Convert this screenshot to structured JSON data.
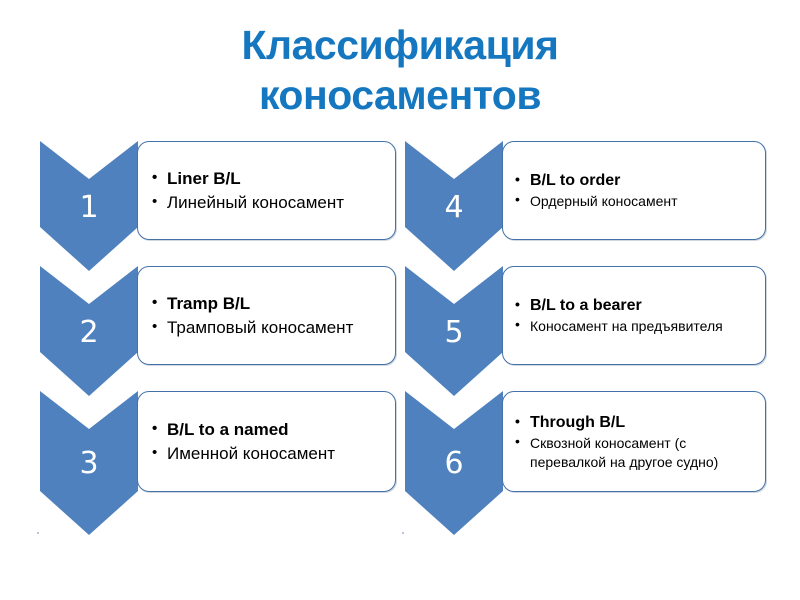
{
  "slide": {
    "title_line1": "Классификация",
    "title_line2": "коносаментов",
    "title_color": "#1577bf",
    "accent_color": "#4e81bd",
    "box_border_color": "#4472a8",
    "background_color": "#ffffff"
  },
  "items": [
    {
      "number": "1",
      "term_en": "Liner B/L",
      "term_ru": "Линейный коносамент",
      "column": "left"
    },
    {
      "number": "2",
      "term_en": "Tramp B/L",
      "term_ru": "Трамповый коносамент",
      "column": "left"
    },
    {
      "number": "3",
      "term_en": "B/L to a named",
      "term_ru": "Именной коносамент",
      "column": "left"
    },
    {
      "number": "4",
      "term_en": " B/L to order",
      "term_ru": "Ордерный коносамент",
      "column": "right"
    },
    {
      "number": "5",
      "term_en": " B/L to a bearer",
      "term_ru": "Коносамент на предъявителя",
      "column": "right"
    },
    {
      "number": "6",
      "term_en": " Through B/L",
      "term_ru": "Сквозной коносамент (с перевалкой на другое судно)",
      "column": "right"
    }
  ]
}
